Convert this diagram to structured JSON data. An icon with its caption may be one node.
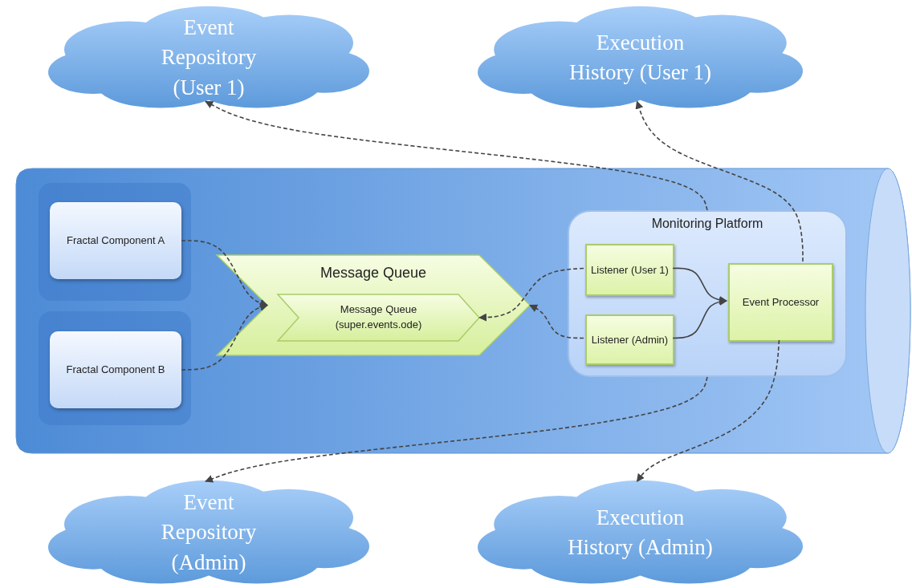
{
  "diagram": {
    "nodes": [
      {
        "text": [
          "Event Repository (User 1)"
        ]
      },
      {
        "text": [
          "Execution History (User 1)"
        ]
      },
      {
        "text": [],
        "shape": "cylinder"
      },
      {
        "text": [
          "Fractal Component A"
        ],
        "in": 2
      },
      {
        "text": [
          "Fractal Component B"
        ],
        "in": 2
      },
      {
        "text": [
          "Message Queue"
        ],
        "in": 2
      },
      {
        "text": [
          "Message Queue (super.events.ode)"
        ],
        "in": 5
      },
      {
        "text": [
          "Monitoring Platform"
        ],
        "in": 2
      },
      {
        "text": [
          "Listener (User 1)"
        ],
        "in": 7
      },
      {
        "text": [
          "Listener (Admin)"
        ],
        "in": 7
      },
      {
        "text": [
          "Event Processor"
        ],
        "in": 7
      },
      {
        "text": [
          "Event Repository (Admin)"
        ]
      },
      {
        "text": [
          "Execution History (Admin)"
        ]
      }
    ],
    "edges": [
      {
        "from": 3,
        "to": 5,
        "arrow": "to",
        "style": "dashed"
      },
      {
        "from": 4,
        "to": 5,
        "arrow": "to",
        "style": "dashed"
      },
      {
        "from": 8,
        "to": 6,
        "arrow": "to",
        "style": "dashed"
      },
      {
        "from": 9,
        "to": 5,
        "arrow": "to",
        "style": "dashed"
      },
      {
        "from": 8,
        "to": 10,
        "arrow": "to"
      },
      {
        "from": 9,
        "to": 10,
        "arrow": "to"
      },
      {
        "from": 7,
        "to": 0,
        "arrow": "to",
        "style": "dashed"
      },
      {
        "from": 10,
        "to": 1,
        "arrow": "to",
        "style": "dashed"
      },
      {
        "from": 7,
        "to": 11,
        "arrow": "to",
        "style": "dashed"
      },
      {
        "from": 10,
        "to": 12,
        "arrow": "to",
        "style": "dashed"
      }
    ]
  }
}
